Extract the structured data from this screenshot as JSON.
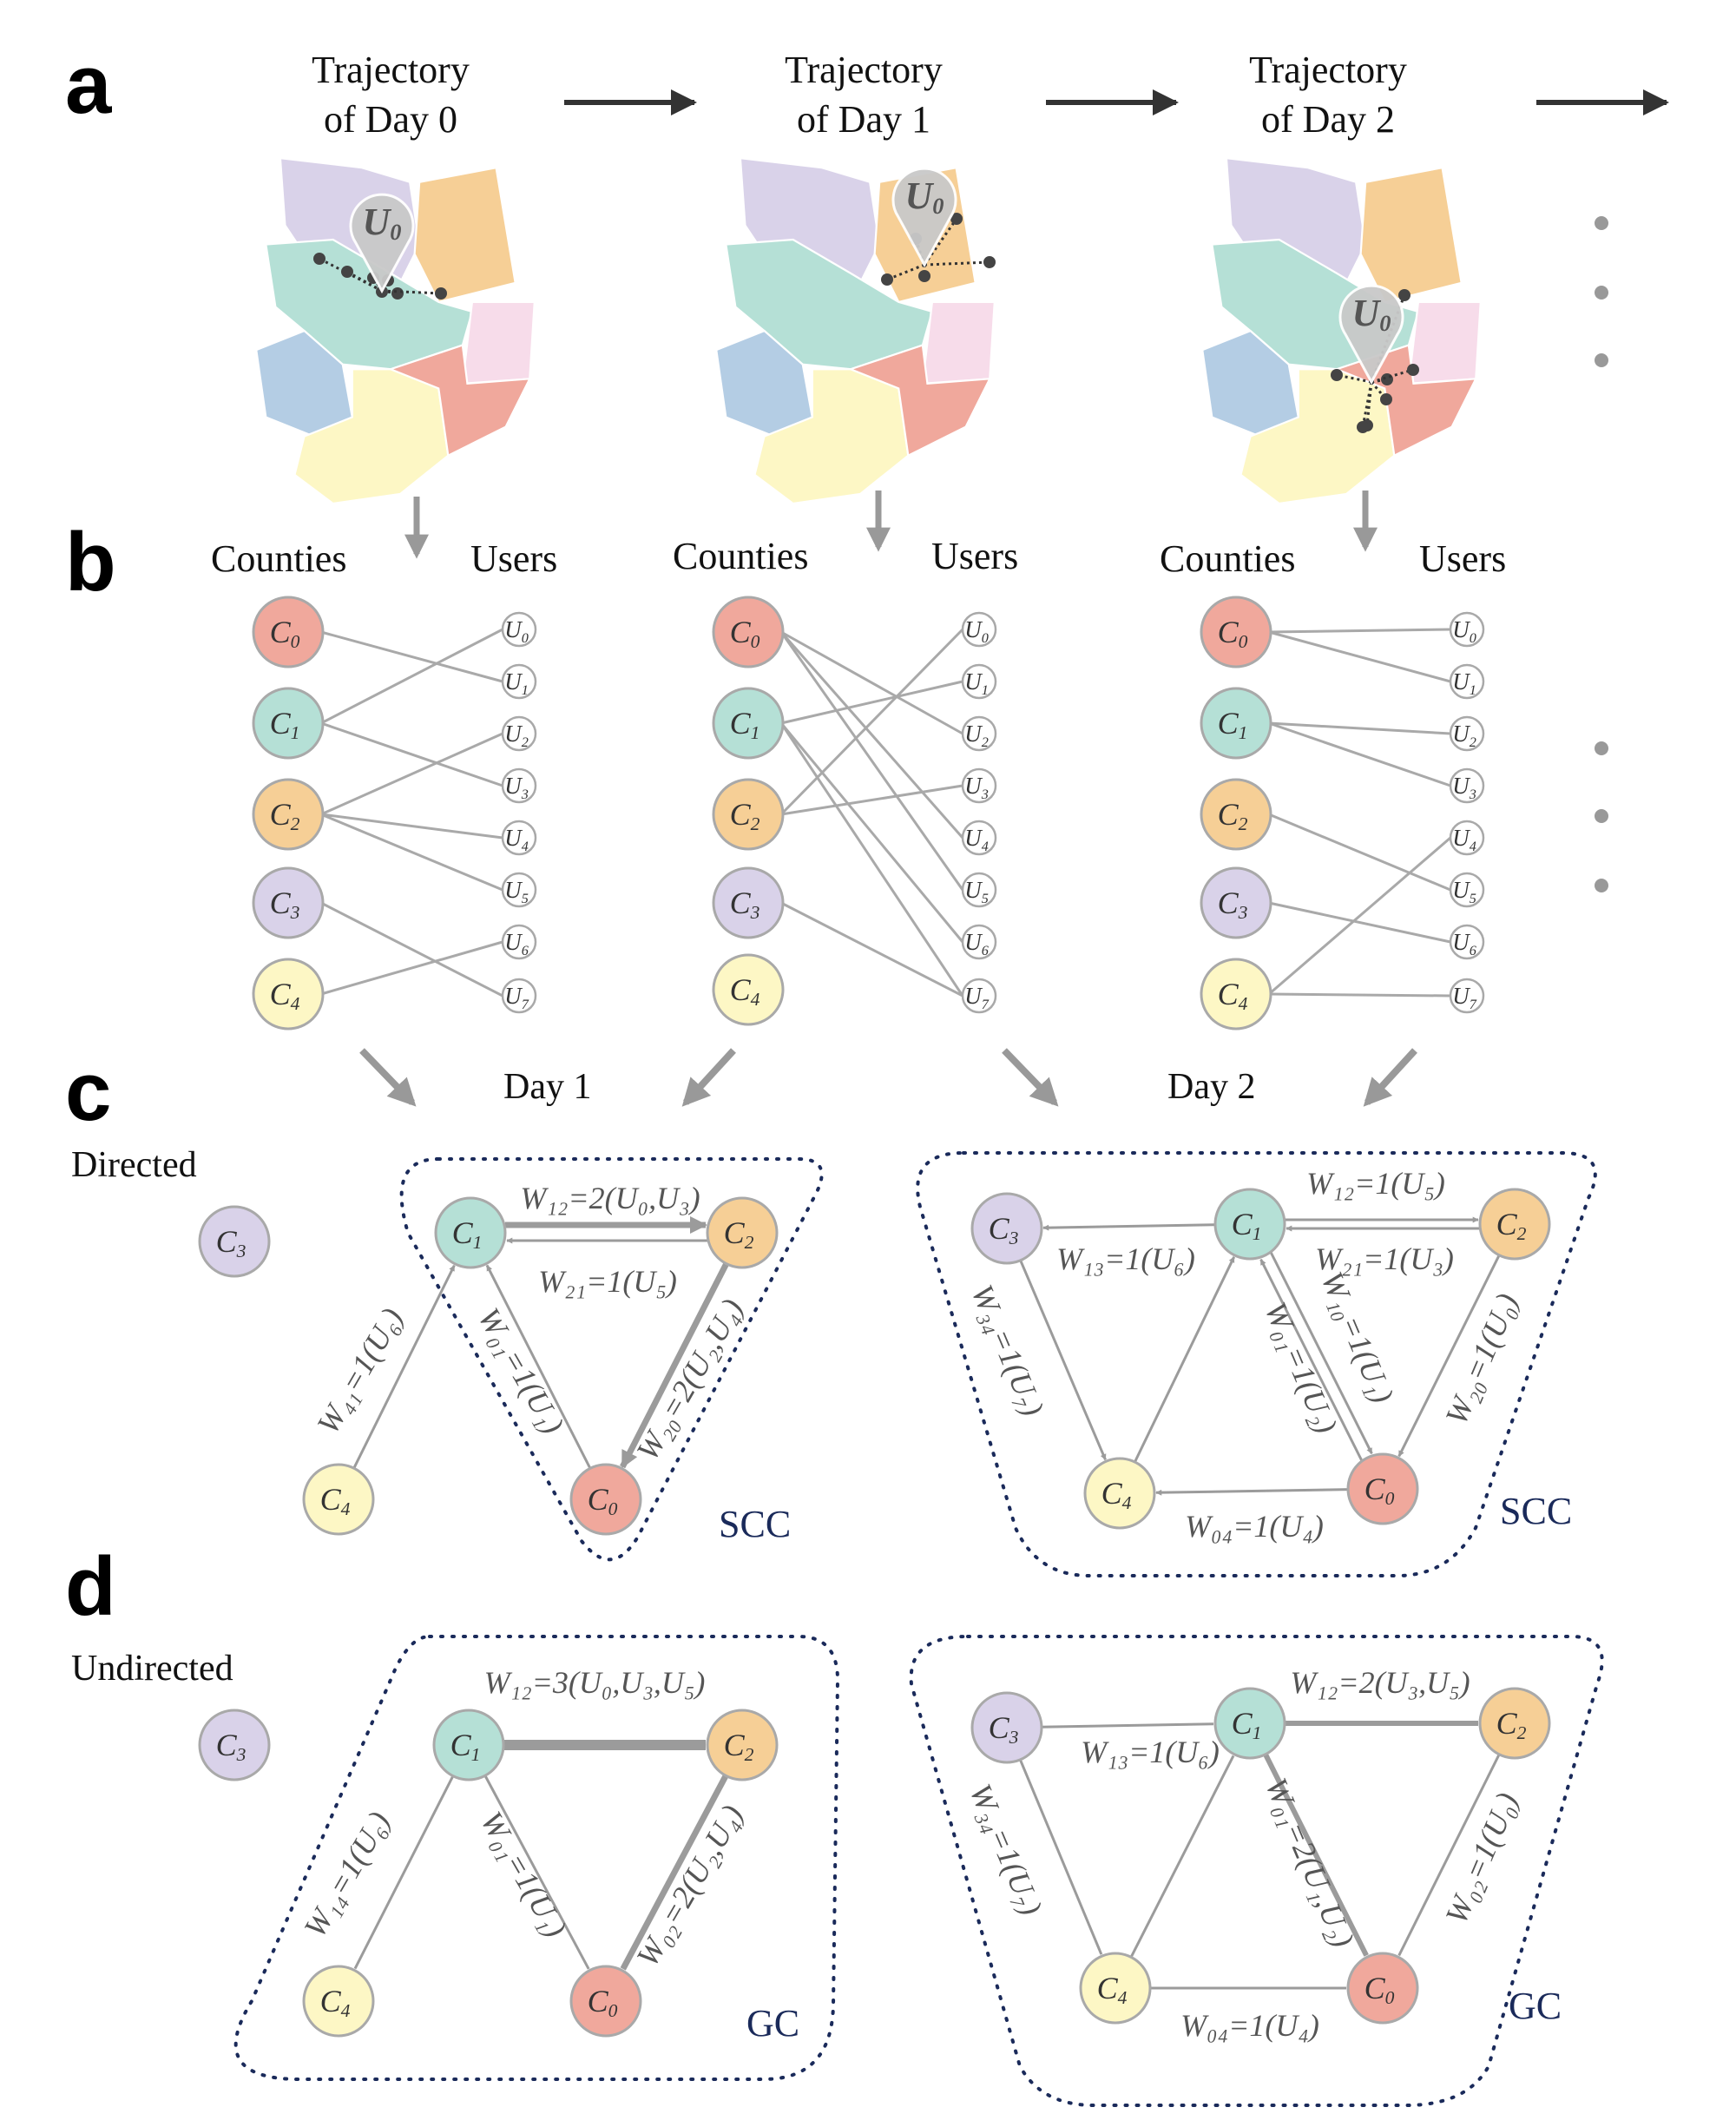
{
  "panels": {
    "a": "a",
    "b": "b",
    "c": "c",
    "d": "d"
  },
  "panel_a": {
    "days": [
      {
        "title_line1": "Trajectory",
        "title_line2": "of Day 0"
      },
      {
        "title_line1": "Trajectory",
        "title_line2": "of Day 1"
      },
      {
        "title_line1": "Trajectory",
        "title_line2": "of Day 2"
      }
    ],
    "pin_label": "U0",
    "colors": {
      "purple": "#d9d2e9",
      "orange": "#f6cf96",
      "teal": "#b5e0d6",
      "pink": "#f7dcea",
      "blue": "#b4cde4",
      "yellow": "#fdf7c5",
      "red": "#f0a89c"
    }
  },
  "panel_b": {
    "counties_header": "Counties",
    "users_header": "Users",
    "counties": [
      "C0",
      "C1",
      "C2",
      "C3",
      "C4"
    ],
    "users": [
      "U0",
      "U1",
      "U2",
      "U3",
      "U4",
      "U5",
      "U6",
      "U7"
    ],
    "county_colors": [
      "#f0a89c",
      "#b5e0d6",
      "#f6cf96",
      "#d9d2e9",
      "#fdf7c5"
    ],
    "links": [
      [
        [
          "C0",
          "U1"
        ],
        [
          "C1",
          "U0"
        ],
        [
          "C1",
          "U3"
        ],
        [
          "C2",
          "U2"
        ],
        [
          "C2",
          "U4"
        ],
        [
          "C2",
          "U5"
        ],
        [
          "C3",
          "U7"
        ],
        [
          "C4",
          "U6"
        ]
      ],
      [
        [
          "C0",
          "U2"
        ],
        [
          "C0",
          "U4"
        ],
        [
          "C0",
          "U5"
        ],
        [
          "C1",
          "U1"
        ],
        [
          "C1",
          "U6"
        ],
        [
          "C1",
          "U7"
        ],
        [
          "C2",
          "U0"
        ],
        [
          "C2",
          "U3"
        ],
        [
          "C3",
          "U7"
        ]
      ],
      [
        [
          "C0",
          "U0"
        ],
        [
          "C0",
          "U1"
        ],
        [
          "C1",
          "U2"
        ],
        [
          "C1",
          "U3"
        ],
        [
          "C2",
          "U5"
        ],
        [
          "C3",
          "U6"
        ],
        [
          "C4",
          "U4"
        ],
        [
          "C4",
          "U7"
        ]
      ]
    ]
  },
  "panel_c": {
    "side_label": "Directed",
    "day_labels": [
      "Day 1",
      "Day 2"
    ],
    "component_label": "SCC",
    "day1_edges": {
      "w12": "W₁₂=2(U₀,U₃)",
      "w21": "W₂₁=1(U₅)",
      "w41": "W₄₁=1(U₆)",
      "w01": "W₀₁=1(U₁)",
      "w20": "W₂₀=2(U₂,U₄)"
    },
    "day2_edges": {
      "w12": "W₁₂=1(U₅)",
      "w21": "W₂₁=1(U₃)",
      "w13": "W₁₃=1(U₆)",
      "w34": "W₃₄=1(U₇)",
      "w10": "W₁₀=1(U₁)",
      "w01": "W₀₁=1(U₂)",
      "w20": "W₂₀=1(U₀)",
      "w04": "W₀₄=1(U₄)"
    }
  },
  "panel_d": {
    "side_label": "Undirected",
    "component_label": "GC",
    "day1_edges": {
      "w12": "W₁₂=3(U₀,U₃,U₅)",
      "w14": "W₁₄=1(U₆)",
      "w01": "W₀₁=1(U₁)",
      "w02": "W₀₂=2(U₂,U₄)"
    },
    "day2_edges": {
      "w12": "W₁₂=2(U₃,U₅)",
      "w13": "W₁₃=1(U₆)",
      "w34": "W₃₄=1(U₇)",
      "w01": "W₀₁=2(U₁,U₂)",
      "w02": "W₀₂=1(U₀)",
      "w04": "W₀₄=1(U₄)"
    }
  }
}
